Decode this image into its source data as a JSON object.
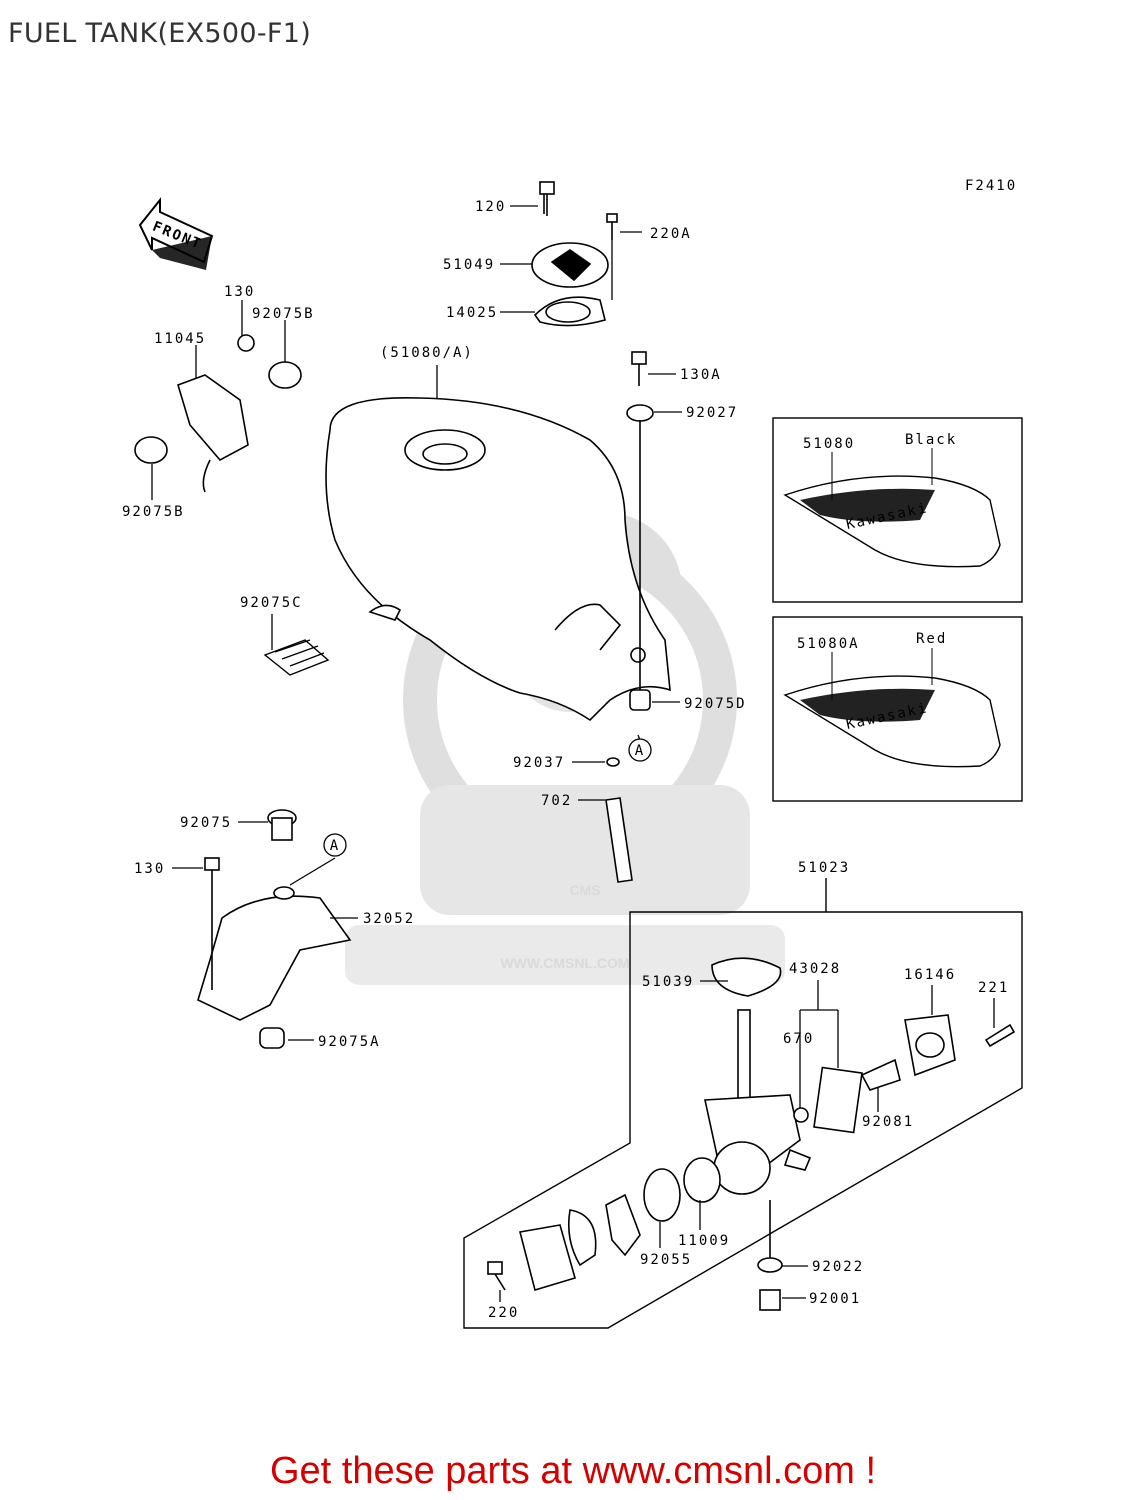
{
  "title": "FUEL TANK(EX500-F1)",
  "figure_code": "F2410",
  "front_label": "FRONT",
  "footer": "Get these parts at www.cmsnl.com !",
  "watermark": {
    "logo": "CMS",
    "url": "WWW.CMSNL.COM"
  },
  "tank_label": "(51080/A)",
  "inset_black": {
    "part": "51080",
    "color": "Black",
    "brand": "Kawasaki"
  },
  "inset_red": {
    "part": "51080A",
    "color": "Red",
    "brand": "Kawasaki"
  },
  "callout_a": "A",
  "parts": {
    "p120": "120",
    "p220A": "220A",
    "p51049": "51049",
    "p14025": "14025",
    "p130_top": "130",
    "p92075B_top": "92075B",
    "p11045": "11045",
    "p92075B_bot": "92075B",
    "p130A": "130A",
    "p92027": "92027",
    "p92075C": "92075C",
    "p92075D": "92075D",
    "p92037": "92037",
    "p702": "702",
    "p92075": "92075",
    "p130_low": "130",
    "p32052": "32052",
    "p92075A": "92075A",
    "p51023": "51023",
    "p51039": "51039",
    "p43028": "43028",
    "p16146": "16146",
    "p221": "221",
    "p670": "670",
    "p92081": "92081",
    "p11009": "11009",
    "p92055": "92055",
    "p92022": "92022",
    "p92001": "92001",
    "p220": "220"
  }
}
